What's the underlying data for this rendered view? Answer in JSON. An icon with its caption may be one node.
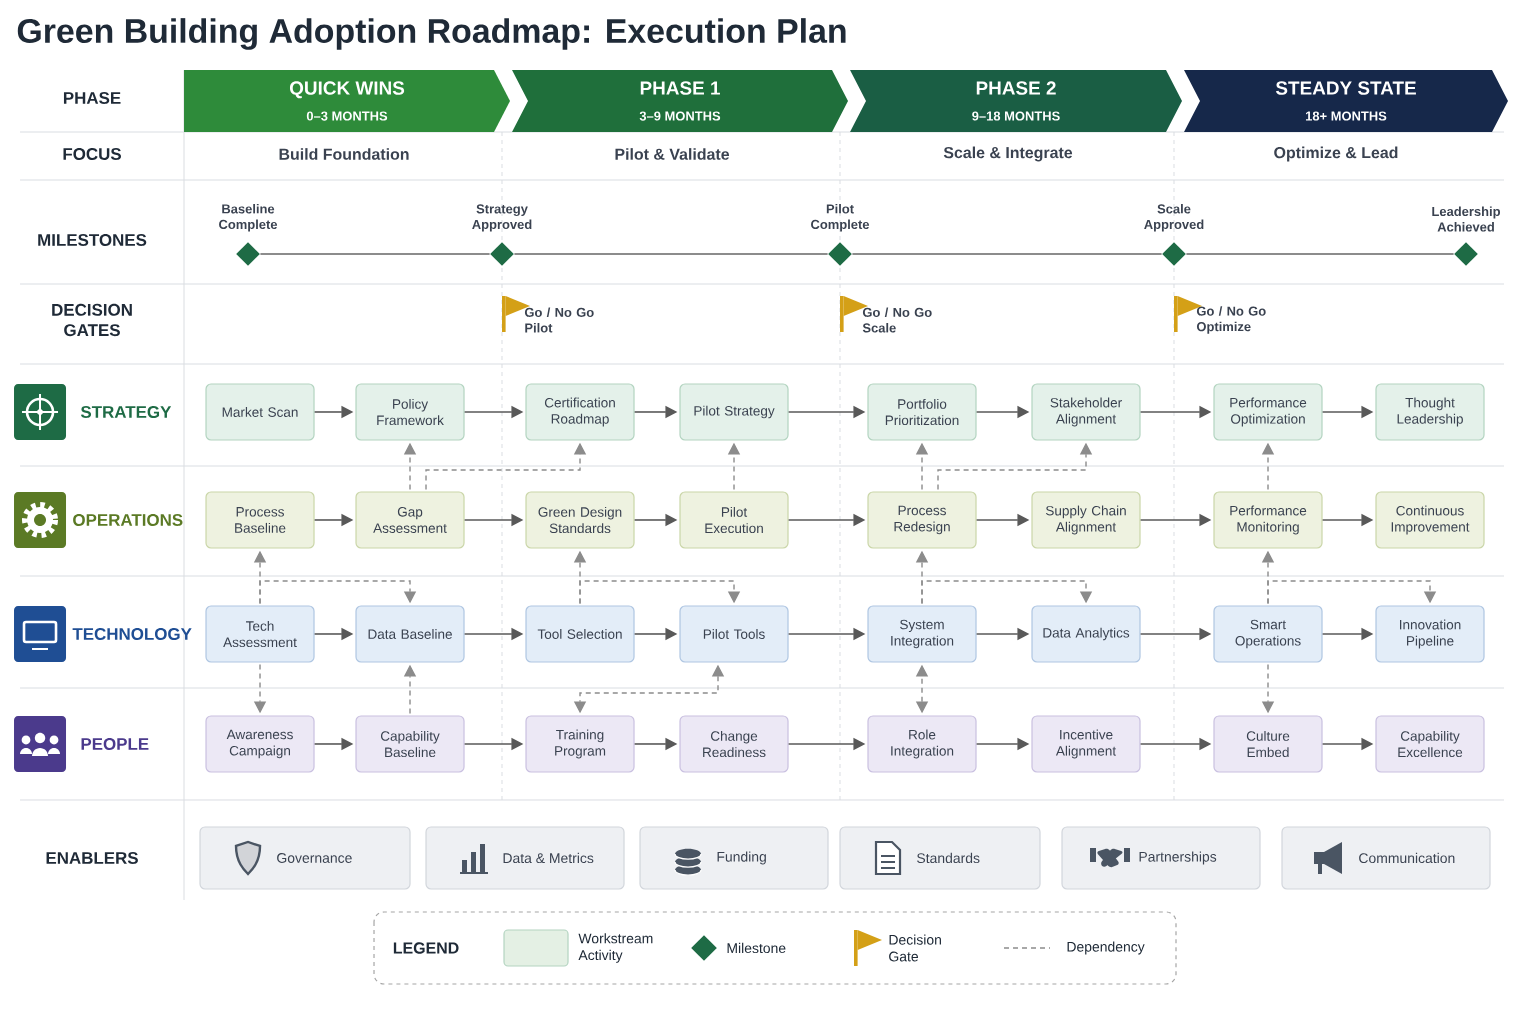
{
  "diagram": {
    "title": "Green Building Adoption Roadmap: Execution Plan",
    "nodes": [
      {
        "text": [
          "QUICK WINS",
          "0–3 MONTHS"
        ]
      },
      {
        "text": [
          "PHASE 1",
          "3–9 MONTHS"
        ]
      },
      {
        "text": [
          "PHASE 2",
          "9–18 MONTHS"
        ]
      },
      {
        "text": [
          "STEADY STATE",
          "18+ MONTHS"
        ]
      },
      {
        "text": [
          "Baseline Complete"
        ]
      },
      {
        "text": [
          "Strategy Approved"
        ]
      },
      {
        "text": [
          "Pilot Complete"
        ]
      },
      {
        "text": [
          "Scale Approved"
        ]
      },
      {
        "text": [
          "Leadership Achieved"
        ]
      },
      {
        "text": [
          "Market Scan"
        ]
      },
      {
        "text": [
          "Policy Framework"
        ]
      },
      {
        "text": [
          "Certification Roadmap"
        ]
      },
      {
        "text": [
          "Pilot Strategy"
        ]
      },
      {
        "text": [
          "Portfolio Prioritization"
        ]
      },
      {
        "text": [
          "Stakeholder Alignment"
        ]
      },
      {
        "text": [
          "Performance Optimization"
        ]
      },
      {
        "text": [
          "Thought Leadership"
        ]
      },
      {
        "text": [
          "Process Baseline"
        ]
      },
      {
        "text": [
          "Gap Assessment"
        ]
      },
      {
        "text": [
          "Green Design Standards"
        ]
      },
      {
        "text": [
          "Pilot Execution"
        ]
      },
      {
        "text": [
          "Process Redesign"
        ]
      },
      {
        "text": [
          "Supply Chain Alignment"
        ]
      },
      {
        "text": [
          "Performance Monitoring"
        ]
      },
      {
        "text": [
          "Continuous Improvement"
        ]
      },
      {
        "text": [
          "Tech Assessment"
        ]
      },
      {
        "text": [
          "Data Baseline"
        ]
      },
      {
        "text": [
          "Tool Selection"
        ]
      },
      {
        "text": [
          "Pilot Tools"
        ]
      },
      {
        "text": [
          "System Integration"
        ]
      },
      {
        "text": [
          "Data Analytics"
        ]
      },
      {
        "text": [
          "Smart Operations"
        ]
      },
      {
        "text": [
          "Innovation Pipeline"
        ]
      },
      {
        "text": [
          "Awareness Campaign"
        ]
      },
      {
        "text": [
          "Capability Baseline"
        ]
      },
      {
        "text": [
          "Training Program"
        ]
      },
      {
        "text": [
          "Change Readiness"
        ]
      },
      {
        "text": [
          "Role Integration"
        ]
      },
      {
        "text": [
          "Incentive Alignment"
        ]
      },
      {
        "text": [
          "Culture Embed"
        ]
      },
      {
        "text": [
          "Capability Excellence"
        ]
      },
      {
        "text": [
          "Governance"
        ]
      },
      {
        "text": [
          "Data & Metrics"
        ]
      },
      {
        "text": [
          "Funding"
        ]
      },
      {
        "text": [
          "Standards"
        ]
      },
      {
        "text": [
          "Partnerships"
        ]
      },
      {
        "text": [
          "Communication"
        ]
      }
    ],
    "edges": [
      {
        "from": 4,
        "to": 5,
        "arrow": "none"
      },
      {
        "from": 5,
        "to": 6,
        "arrow": "none"
      },
      {
        "from": 6,
        "to": 7,
        "arrow": "none"
      },
      {
        "from": 7,
        "to": 8,
        "arrow": "none"
      },
      {
        "from": 9,
        "to": 10,
        "arrow": "to"
      },
      {
        "from": 10,
        "to": 11,
        "arrow": "to"
      },
      {
        "from": 11,
        "to": 12,
        "arrow": "to"
      },
      {
        "from": 12,
        "to": 13,
        "arrow": "to"
      },
      {
        "from": 13,
        "to": 14,
        "arrow": "to"
      },
      {
        "from": 14,
        "to": 15,
        "arrow": "to"
      },
      {
        "from": 15,
        "to": 16,
        "arrow": "to"
      },
      {
        "from": 17,
        "to": 18,
        "arrow": "to"
      },
      {
        "from": 18,
        "to": 19,
        "arrow": "to"
      },
      {
        "from": 19,
        "to": 20,
        "arrow": "to"
      },
      {
        "from": 20,
        "to": 21,
        "arrow": "to"
      },
      {
        "from": 21,
        "to": 22,
        "arrow": "to"
      },
      {
        "from": 22,
        "to": 23,
        "arrow": "to"
      },
      {
        "from": 23,
        "to": 24,
        "arrow": "to"
      },
      {
        "from": 25,
        "to": 26,
        "arrow": "to"
      },
      {
        "from": 26,
        "to": 27,
        "arrow": "to"
      },
      {
        "from": 27,
        "to": 28,
        "arrow": "to"
      },
      {
        "from": 28,
        "to": 29,
        "arrow": "to"
      },
      {
        "from": 29,
        "to": 30,
        "arrow": "to"
      },
      {
        "from": 30,
        "to": 31,
        "arrow": "to"
      },
      {
        "from": 31,
        "to": 32,
        "arrow": "to"
      },
      {
        "from": 33,
        "to": 34,
        "arrow": "to"
      },
      {
        "from": 34,
        "to": 35,
        "arrow": "to"
      },
      {
        "from": 35,
        "to": 36,
        "arrow": "to"
      },
      {
        "from": 36,
        "to": 37,
        "arrow": "to"
      },
      {
        "from": 37,
        "to": 38,
        "arrow": "to"
      },
      {
        "from": 38,
        "to": 39,
        "arrow": "to"
      },
      {
        "from": 39,
        "to": 40,
        "arrow": "to"
      },
      {
        "from": 18,
        "to": 10,
        "arrow": "to",
        "style": "dashed"
      },
      {
        "from": 18,
        "to": 11,
        "arrow": "to",
        "style": "dashed"
      },
      {
        "from": 25,
        "to": 17,
        "arrow": "to",
        "style": "dashed"
      },
      {
        "from": 25,
        "to": 26,
        "arrow": "to",
        "style": "dashed"
      },
      {
        "from": 25,
        "to": 33,
        "arrow": "to",
        "style": "dashed"
      },
      {
        "from": 34,
        "to": 26,
        "arrow": "to",
        "style": "dashed"
      },
      {
        "from": 27,
        "to": 19,
        "arrow": "to",
        "style": "dashed"
      },
      {
        "from": 27,
        "to": 28,
        "arrow": "to",
        "style": "dashed"
      },
      {
        "from": 20,
        "to": 12,
        "arrow": "to",
        "style": "dashed"
      },
      {
        "from": 28,
        "to": 35,
        "arrow": "both",
        "style": "dashed"
      },
      {
        "from": 21,
        "to": 13,
        "arrow": "to",
        "style": "dashed"
      },
      {
        "from": 21,
        "to": 14,
        "arrow": "to",
        "style": "dashed"
      },
      {
        "from": 29,
        "to": 21,
        "arrow": "to",
        "style": "dashed"
      },
      {
        "from": 29,
        "to": 30,
        "arrow": "to",
        "style": "dashed"
      },
      {
        "from": 37,
        "to": 29,
        "arrow": "both",
        "style": "dashed"
      },
      {
        "from": 23,
        "to": 15,
        "arrow": "to",
        "style": "dashed"
      },
      {
        "from": 31,
        "to": 23,
        "arrow": "to",
        "style": "dashed"
      },
      {
        "from": 31,
        "to": 32,
        "arrow": "to",
        "style": "dashed"
      },
      {
        "from": 31,
        "to": 39,
        "arrow": "to",
        "style": "dashed"
      }
    ],
    "labels": [
      "PHASE",
      "FOCUS",
      "Build Foundation",
      "Pilot & Validate",
      "Scale & Integrate",
      "Optimize & Lead",
      "MILESTONES",
      "DECISION GATES",
      "Go / No Go Pilot",
      "Go / No Go Scale",
      "Go / No Go Optimize",
      "STRATEGY",
      "OPERATIONS",
      "TECHNOLOGY",
      "PEOPLE",
      "ENABLERS",
      "LEGEND"
    ],
    "legend": [
      {
        "text": "Workstream Activity",
        "color": "#e4f0e4"
      },
      {
        "text": "Milestone"
      },
      {
        "text": "Decision Gate"
      },
      {
        "text": "Dependency"
      }
    ]
  }
}
